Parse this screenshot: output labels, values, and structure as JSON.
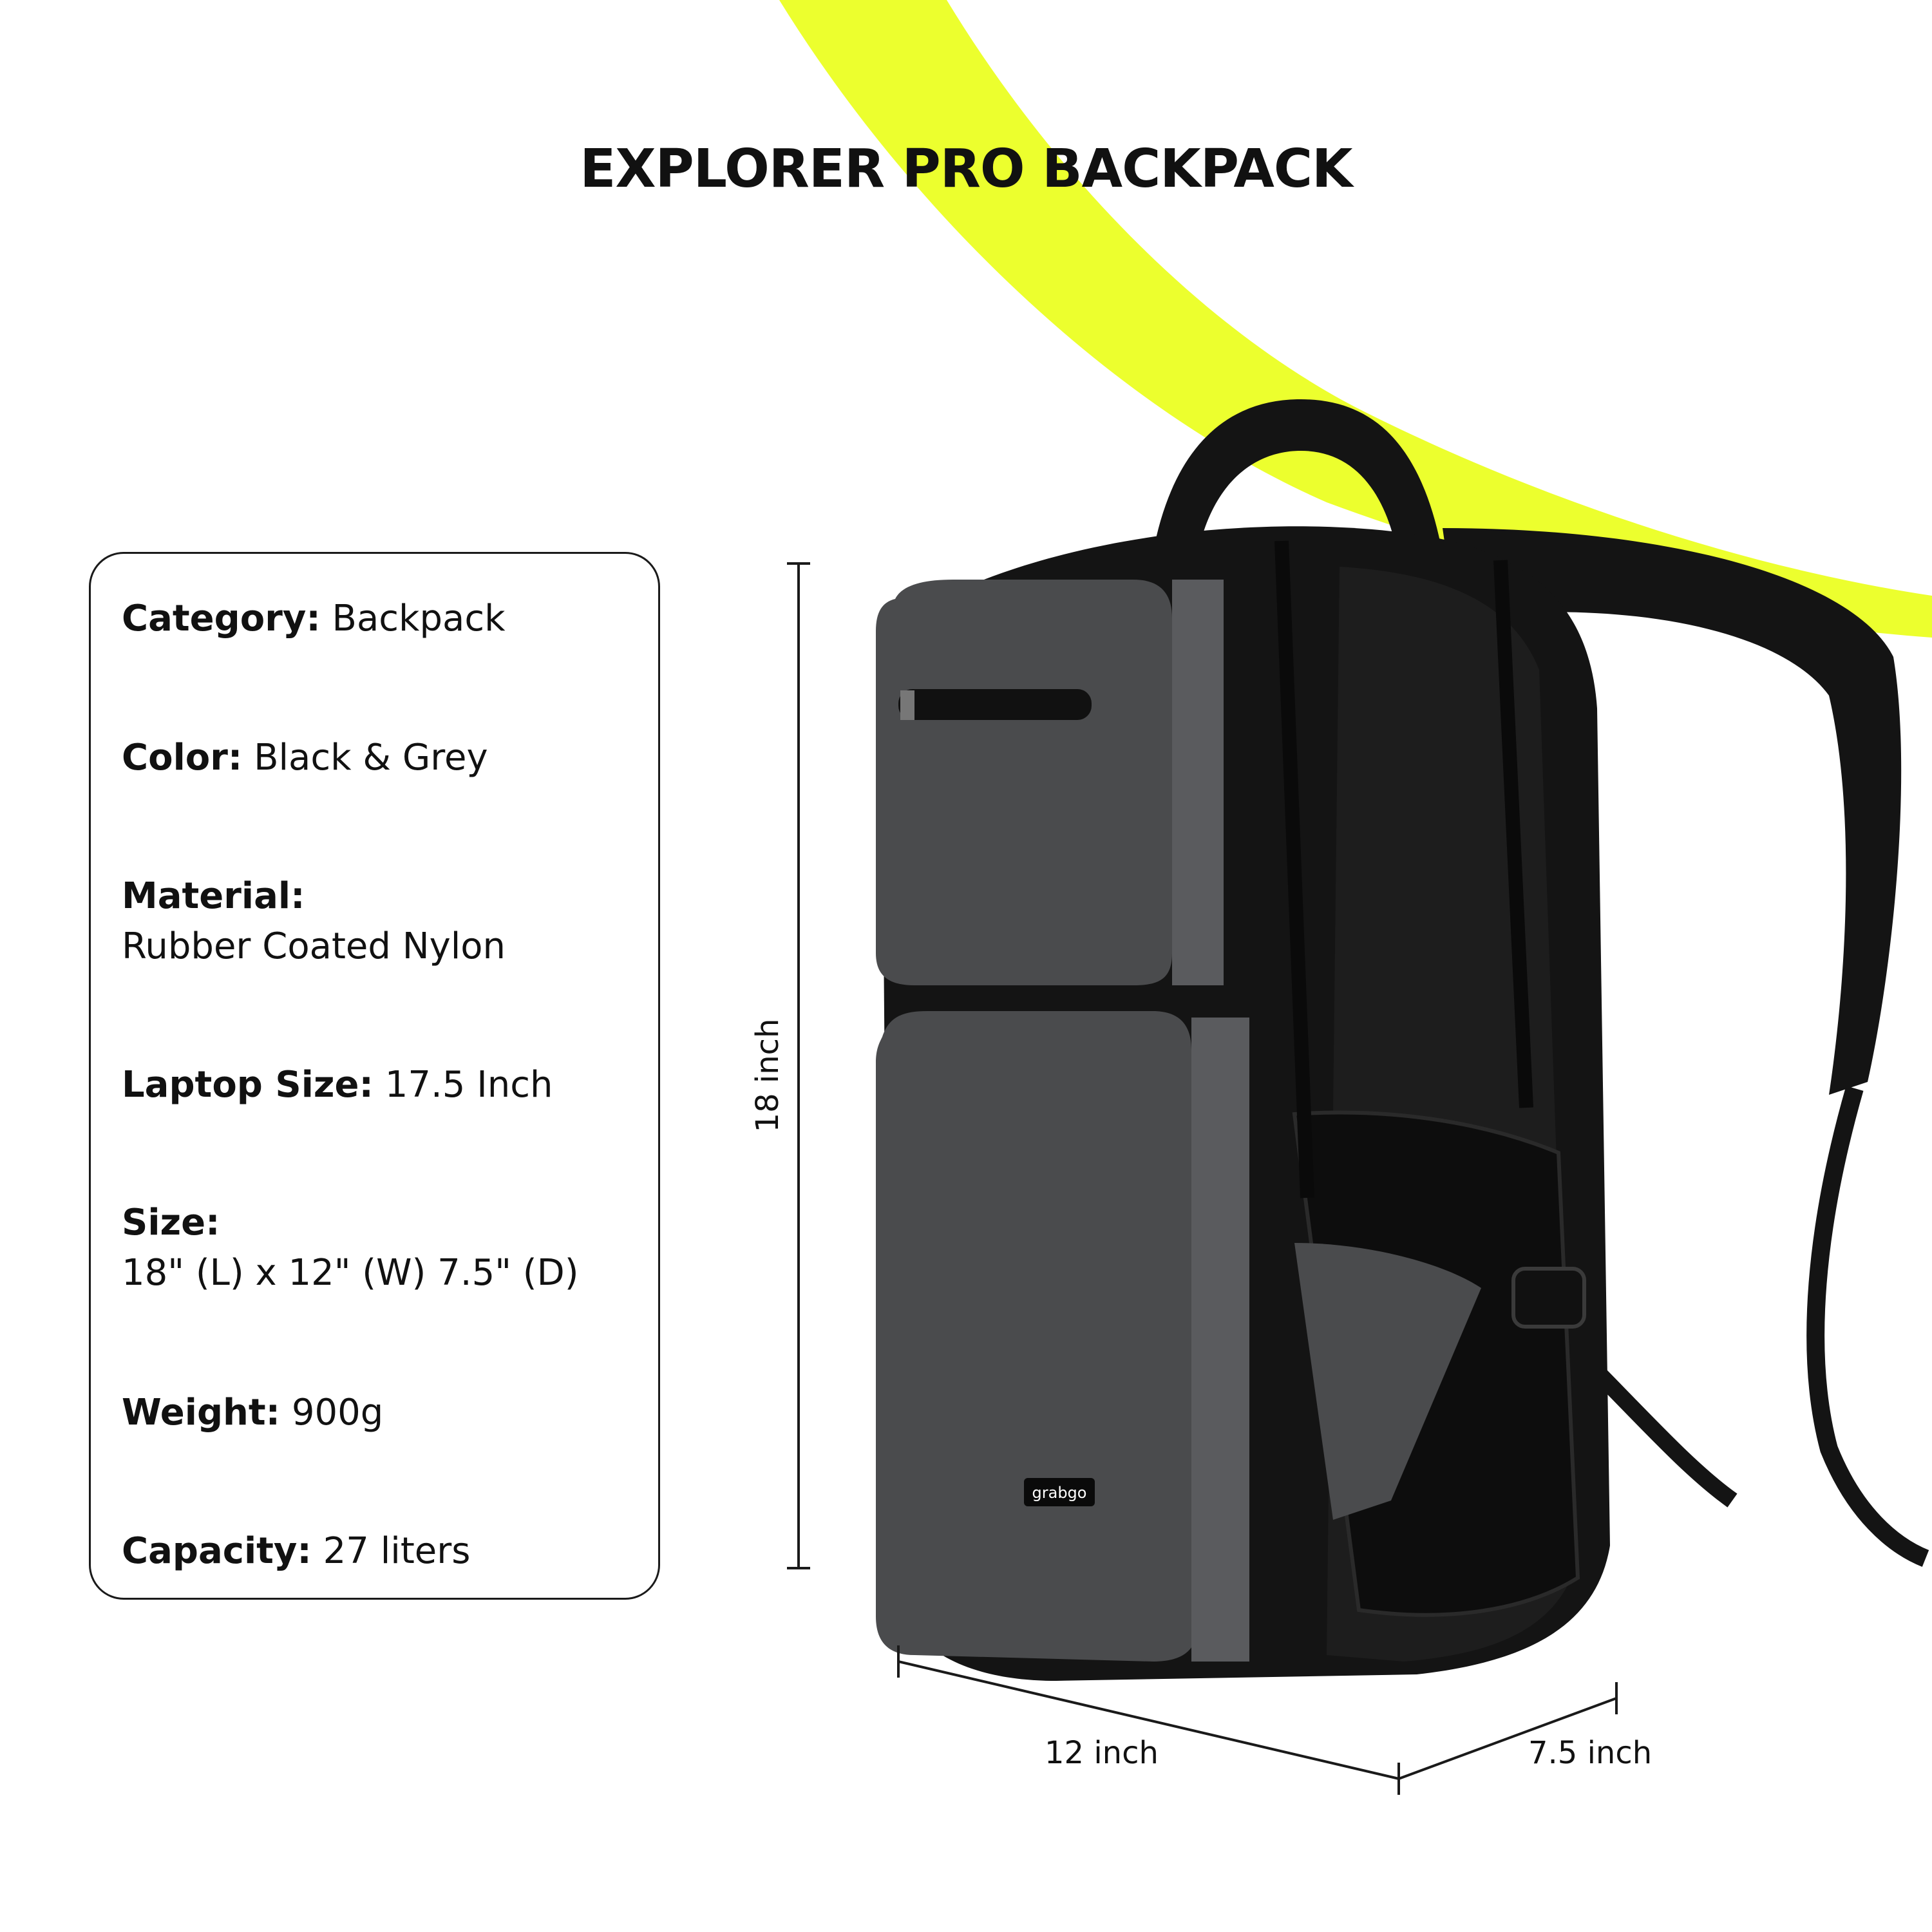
{
  "title": "EXPLORER PRO BACKPACK",
  "colors": {
    "accent": "#ECFF2E",
    "bag_black": "#141414",
    "bag_grey": "#4a4b4d",
    "border": "#1a1a1a"
  },
  "specs": [
    {
      "label": "Category:",
      "value": "Backpack"
    },
    {
      "label": "Color:",
      "value": "Black & Grey"
    },
    {
      "label": "Material:",
      "value": "Rubber Coated Nylon"
    },
    {
      "label": "Laptop Size:",
      "value": "17.5 Inch"
    },
    {
      "label": "Size:",
      "value": "18\" (L) x 12\" (W) 7.5\" (D)"
    },
    {
      "label": "Weight:",
      "value": "900g"
    },
    {
      "label": "Capacity:",
      "value": "27 liters"
    }
  ],
  "dimensions": {
    "height": "18 inch",
    "width": "12 inch",
    "depth": "7.5 inch"
  },
  "brand_tag": "grabgo"
}
